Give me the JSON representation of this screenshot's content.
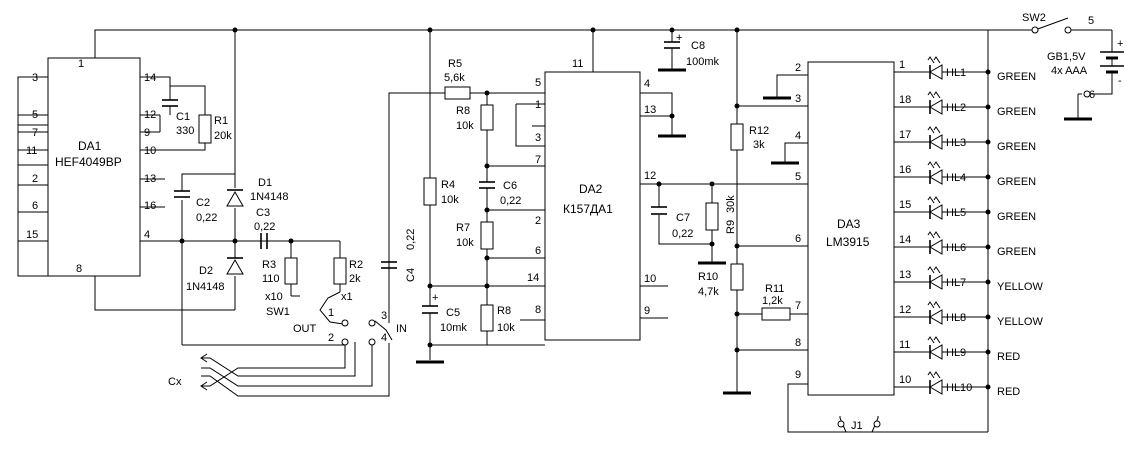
{
  "ic": {
    "da1": {
      "ref": "DA1",
      "part": "HEF4049BP",
      "pins": {
        "p1": "1",
        "p3": "3",
        "p14": "14",
        "p5": "5",
        "p12": "12",
        "p7": "7",
        "p9": "9",
        "p11": "11",
        "p10": "10",
        "p2": "2",
        "p13": "13",
        "p6": "6",
        "p16": "16",
        "p15": "15",
        "p4": "4",
        "p8": "8"
      }
    },
    "da2": {
      "ref": "DA2",
      "part": "К157ДА1",
      "pins": {
        "p11": "11",
        "p5": "5",
        "p4": "4",
        "p1": "1",
        "p13": "13",
        "p3": "3",
        "p7": "7",
        "p12": "12",
        "p2": "2",
        "p6": "6",
        "p14": "14",
        "p10": "10",
        "p8": "8",
        "p9": "9"
      }
    },
    "da3": {
      "ref": "DA3",
      "part": "LM3915",
      "pins": {
        "p2": "2",
        "p3": "3",
        "p4": "4",
        "p5": "5",
        "p6": "6",
        "p7": "7",
        "p8": "8",
        "p9": "9"
      }
    }
  },
  "components": {
    "c1": {
      "ref": "C1",
      "value": "330"
    },
    "r1": {
      "ref": "R1",
      "value": "20k"
    },
    "c2": {
      "ref": "C2",
      "value": "0,22"
    },
    "d1": {
      "ref": "D1",
      "value": "1N4148"
    },
    "c3": {
      "ref": "C3",
      "value": "0,22"
    },
    "d2": {
      "ref": "D2",
      "value": "1N4148"
    },
    "r3": {
      "ref": "R3",
      "value": "110",
      "range": "x10"
    },
    "r2": {
      "ref": "R2",
      "value": "2k",
      "range": "x1"
    },
    "sw1": {
      "ref": "SW1",
      "p1": "1",
      "p2": "2",
      "p3": "3",
      "p4": "4",
      "out": "OUT",
      "in": "IN"
    },
    "c4": {
      "ref": "C4",
      "value": "0,22"
    },
    "r5": {
      "ref": "R5",
      "value": "5,6k"
    },
    "r4": {
      "ref": "R4",
      "value": "10k"
    },
    "r8a": {
      "ref": "R8",
      "value": "10k"
    },
    "c6": {
      "ref": "C6",
      "value": "0,22"
    },
    "r7": {
      "ref": "R7",
      "value": "10k"
    },
    "c5": {
      "ref": "C5",
      "value": "10mk"
    },
    "r8b": {
      "ref": "R8",
      "value": "10k"
    },
    "c8": {
      "ref": "C8",
      "value": "100mk"
    },
    "c7": {
      "ref": "C7",
      "value": "0,22"
    },
    "r9": {
      "ref": "R9",
      "value": "30k"
    },
    "r10": {
      "ref": "R10",
      "value": "4,7k"
    },
    "r12": {
      "ref": "R12",
      "value": "3k"
    },
    "r11": {
      "ref": "R11",
      "value": "1,2k"
    },
    "sw2": {
      "ref": "SW2",
      "p5": "5",
      "p6": "6"
    },
    "gb1": {
      "ref": "GB1,5V",
      "note": "4x AAA",
      "plus": "+",
      "minus": "-"
    },
    "j1": {
      "ref": "J1"
    },
    "cx": {
      "label": "Cx"
    }
  },
  "leds": [
    {
      "ref": "HL1",
      "pin": "1",
      "color": "GREEN"
    },
    {
      "ref": "HL2",
      "pin": "18",
      "color": "GREEN"
    },
    {
      "ref": "HL3",
      "pin": "17",
      "color": "GREEN"
    },
    {
      "ref": "HL4",
      "pin": "16",
      "color": "GREEN"
    },
    {
      "ref": "HL5",
      "pin": "15",
      "color": "GREEN"
    },
    {
      "ref": "HL6",
      "pin": "14",
      "color": "GREEN"
    },
    {
      "ref": "HL7",
      "pin": "13",
      "color": "YELLOW"
    },
    {
      "ref": "HL8",
      "pin": "12",
      "color": "YELLOW"
    },
    {
      "ref": "HL9",
      "pin": "11",
      "color": "RED"
    },
    {
      "ref": "HL10",
      "pin": "10",
      "color": "RED"
    }
  ],
  "symbols": {
    "plus": "+"
  }
}
